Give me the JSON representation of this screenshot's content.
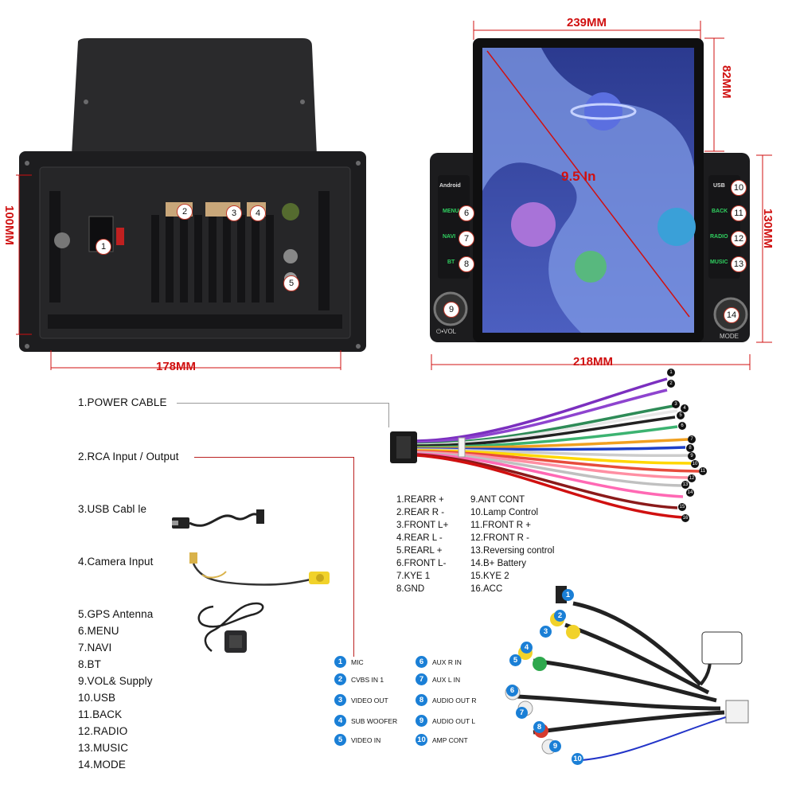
{
  "dimensions": {
    "back_width": "178MM",
    "back_height": "100MM",
    "front_width_top": "239MM",
    "front_width_bottom": "218MM",
    "top_height": "82MM",
    "side_height": "130MM",
    "diagonal": "9.5 In"
  },
  "back_markers": [
    "1",
    "2",
    "3",
    "4",
    "5"
  ],
  "front_buttons_left": [
    {
      "num": "",
      "label": "Android"
    },
    {
      "num": "6",
      "label": "MENU"
    },
    {
      "num": "7",
      "label": "NAVI"
    },
    {
      "num": "8",
      "label": "BT"
    }
  ],
  "front_buttons_right": [
    {
      "num": "10",
      "label": "USB"
    },
    {
      "num": "11",
      "label": "BACK"
    },
    {
      "num": "12",
      "label": "RADIO"
    },
    {
      "num": "13",
      "label": "MUSIC"
    }
  ],
  "knobs": {
    "left_num": "9",
    "left_label": "⏻•VOL",
    "right_num": "14",
    "right_label": "MODE"
  },
  "parts": {
    "power_cable": "1.POWER CABLE",
    "rca": "2.RCA Input / Output",
    "usb": "3.USB Cabl le",
    "camera": "4.Camera Input"
  },
  "features": [
    "5.GPS Antenna",
    "6.MENU",
    "7.NAVI",
    "8.BT",
    "9.VOL&  Supply",
    "10.USB",
    "11.BACK",
    "12.RADIO",
    "13.MUSIC",
    "14.MODE"
  ],
  "pinout_left": [
    "1.REARR +",
    "2.REAR R -",
    "3.FRONT L+",
    "4.REAR L -",
    "5.REARL +",
    "6.FRONT L-",
    "7.KYE 1",
    "8.GND"
  ],
  "pinout_right": [
    "9.ANT CONT",
    "10.Lamp Control",
    "11.FRONT R +",
    "12.FRONT R -",
    "13.Reversing control",
    "14.B+ Battery",
    "15.KYE 2",
    "16.ACC"
  ],
  "rca_legend_left": [
    {
      "n": "1",
      "t": "MIC"
    },
    {
      "n": "2",
      "t": "CVBS IN 1"
    },
    {
      "n": "3",
      "t": "VIDEO OUT"
    },
    {
      "n": "4",
      "t": "SUB WOOFER"
    },
    {
      "n": "5",
      "t": "VIDEO IN"
    }
  ],
  "rca_legend_right": [
    {
      "n": "6",
      "t": "AUX R IN"
    },
    {
      "n": "7",
      "t": "AUX L IN"
    },
    {
      "n": "8",
      "t": "AUDIO OUT R"
    },
    {
      "n": "9",
      "t": "AUDIO OUT L"
    },
    {
      "n": "10",
      "t": "AMP CONT"
    }
  ],
  "wire_numbers": [
    "1",
    "2",
    "3",
    "4",
    "5",
    "6",
    "7",
    "8",
    "9",
    "10",
    "11",
    "12",
    "13",
    "14",
    "15",
    "16"
  ],
  "rca_plug_numbers": [
    "1",
    "2",
    "3",
    "4",
    "5",
    "6",
    "7",
    "8",
    "9",
    "10"
  ],
  "colors": {
    "dimension": "#d01010",
    "badge": "#1a7fd6",
    "screen_bg": "#3c4fa8",
    "device": "#1c1c1e"
  }
}
